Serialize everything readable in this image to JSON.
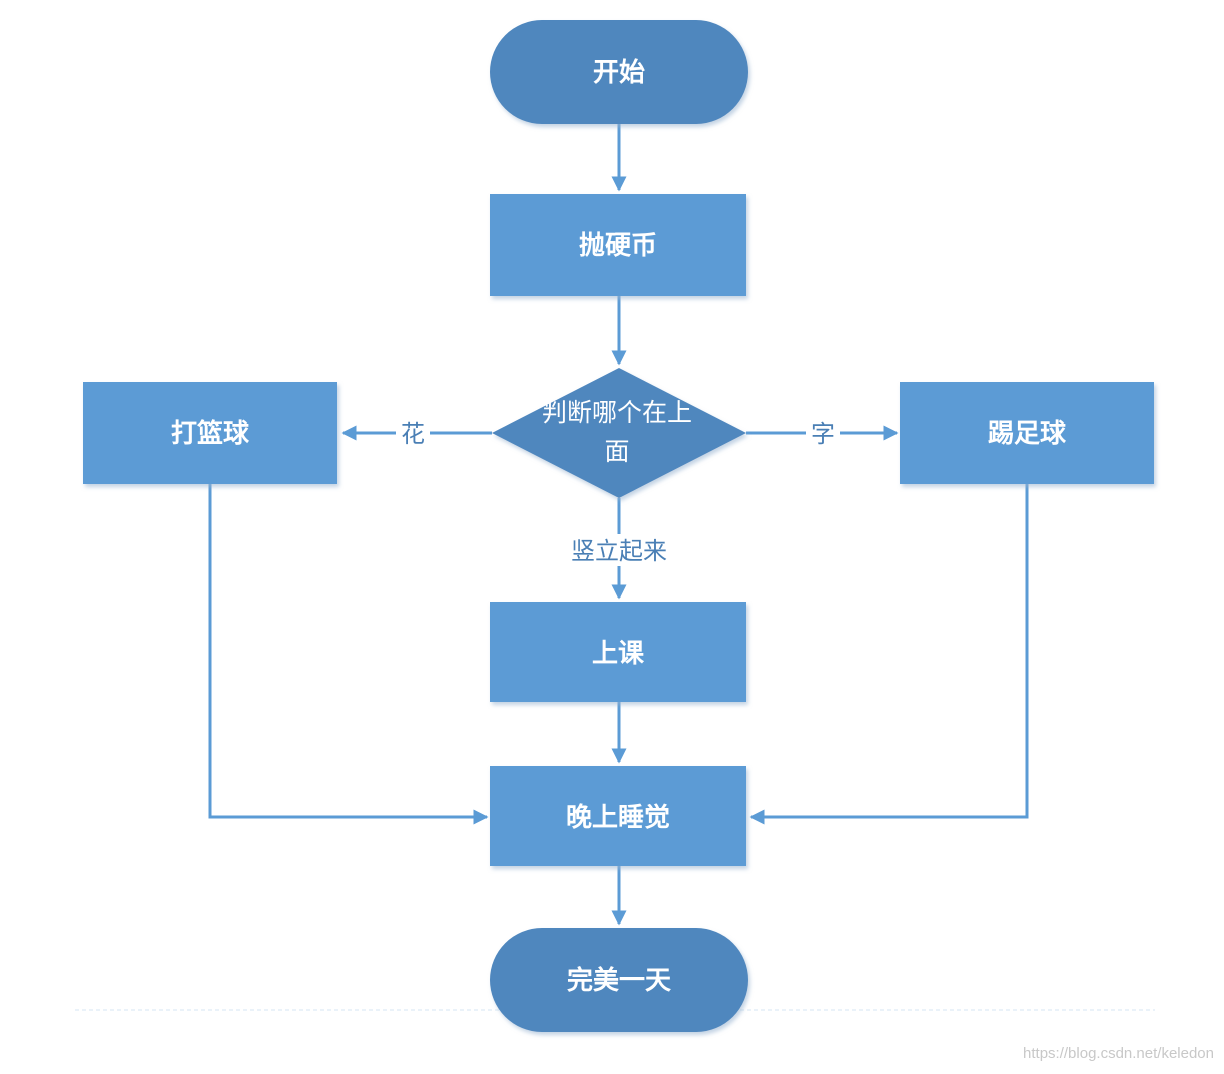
{
  "colors": {
    "terminal": "#4f87be",
    "process": "#5b9bd5",
    "decision": "#4f87be",
    "edge": "#5b9bd5",
    "text": "#ffffff"
  },
  "nodes": {
    "start": "开始",
    "flip_coin": "抛硬币",
    "decision_line1": "判断哪个在上",
    "decision_line2": "面",
    "basketball": "打篮球",
    "football": "踢足球",
    "class": "上课",
    "sleep": "晚上睡觉",
    "end": "完美一天"
  },
  "edges": {
    "heads": "花",
    "tails": "字",
    "standing": "竖立起来"
  },
  "watermark": "https://blog.csdn.net/keledon"
}
